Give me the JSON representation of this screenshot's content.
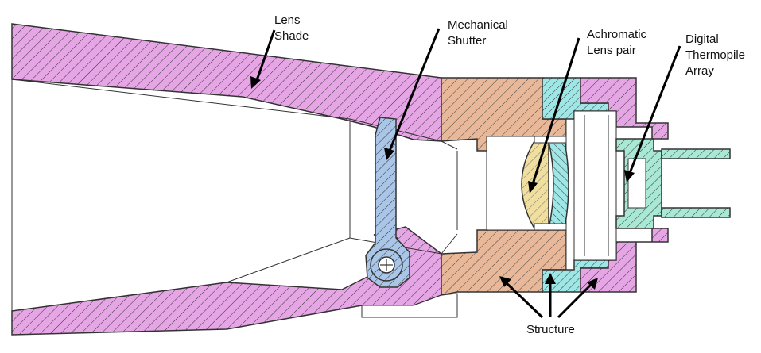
{
  "labels": {
    "lens_shade": [
      "Lens",
      "Shade"
    ],
    "mechanical_shutter": [
      "Mechanical",
      "Shutter"
    ],
    "achromatic_lens_pair": [
      "Achromatic",
      "Lens pair"
    ],
    "digital_thermopile_array": [
      "Digital",
      "Thermopile",
      "Array"
    ],
    "structure": "Structure"
  },
  "colors": {
    "lens_shade": "#e6a6e6",
    "shutter": "#a9c6e8",
    "structure_body": "#e9b899",
    "lens": "#f1dfa0",
    "retainer": "#9fe6e6",
    "thermopile": "#a8e8d4",
    "background": "#ffffff"
  }
}
